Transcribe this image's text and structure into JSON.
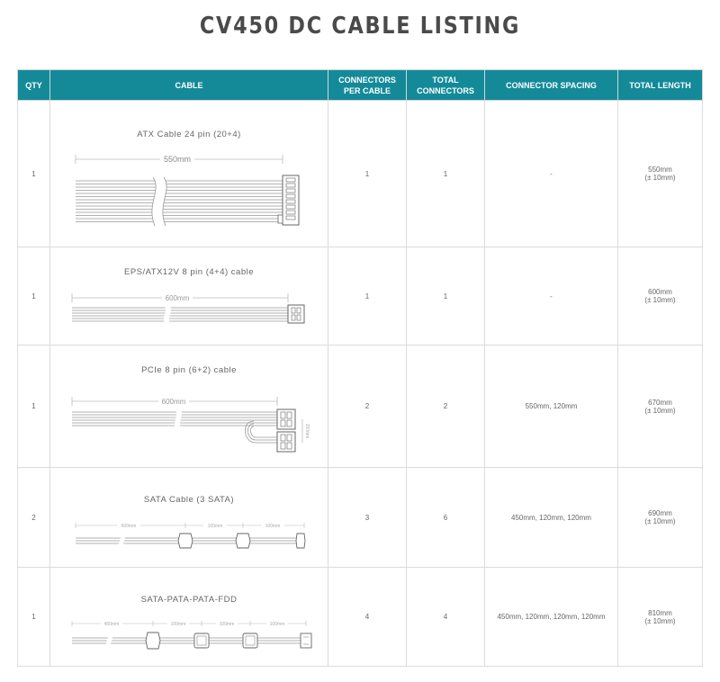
{
  "page": {
    "title": "CV450 DC CABLE LISTING"
  },
  "table": {
    "headers": {
      "qty": "QTY",
      "cable": "CABLE",
      "connectors_per_cable": "CONNECTORS PER CABLE",
      "total_connectors": "TOTAL CONNECTORS",
      "connector_spacing": "CONNECTOR SPACING",
      "total_length": "TOTAL LENGTH"
    },
    "rows": [
      {
        "qty": "1",
        "cable": "ATX Cable 24 pin (20+4)",
        "dimension": "550mm",
        "connectors_per_cable": "1",
        "total_connectors": "1",
        "spacing": "-",
        "length": "550mm",
        "tolerance": "(± 10mm)"
      },
      {
        "qty": "1",
        "cable": "EPS/ATX12V 8 pin (4+4) cable",
        "dimension": "600mm",
        "connectors_per_cable": "1",
        "total_connectors": "1",
        "spacing": "-",
        "length": "600mm",
        "tolerance": "(± 10mm)"
      },
      {
        "qty": "1",
        "cable": "PCIe 8 pin (6+2) cable",
        "dimension": "600mm",
        "dimension_2": "150mm",
        "connectors_per_cable": "2",
        "total_connectors": "2",
        "spacing": "550mm, 120mm",
        "length": "670mm",
        "tolerance": "(± 10mm)"
      },
      {
        "qty": "2",
        "cable": "SATA Cable (3 SATA)",
        "dims": [
          "500mm",
          "100mm",
          "100mm"
        ],
        "connectors_per_cable": "3",
        "total_connectors": "6",
        "spacing": "450mm, 120mm, 120mm",
        "length": "690mm",
        "tolerance": "(± 10mm)"
      },
      {
        "qty": "1",
        "cable": "SATA-PATA-PATA-FDD",
        "dims": [
          "450mm",
          "100mm",
          "100mm",
          "100mm"
        ],
        "connectors_per_cable": "4",
        "total_connectors": "4",
        "spacing": "450mm, 120mm, 120mm, 120mm",
        "length": "810mm",
        "tolerance": "(± 10mm)"
      }
    ]
  }
}
